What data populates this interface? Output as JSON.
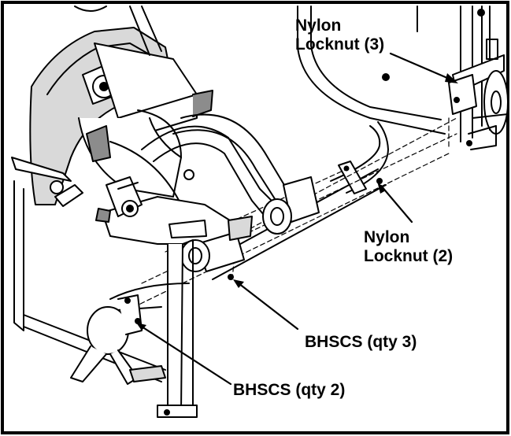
{
  "callouts": {
    "nylon_locknut_3": {
      "line1": "Nylon",
      "line2": "Locknut (3)"
    },
    "nylon_locknut_2": {
      "line1": "Nylon",
      "line2": "Locknut (2)"
    },
    "bhscs_qty_3": "BHSCS (qty 3)",
    "bhscs_qty_2": "BHSCS (qty 2)"
  },
  "colors": {
    "ink": "#000000",
    "paper": "#ffffff",
    "shade": "#d9d9d9",
    "dark_shade": "#8c8c8c"
  }
}
